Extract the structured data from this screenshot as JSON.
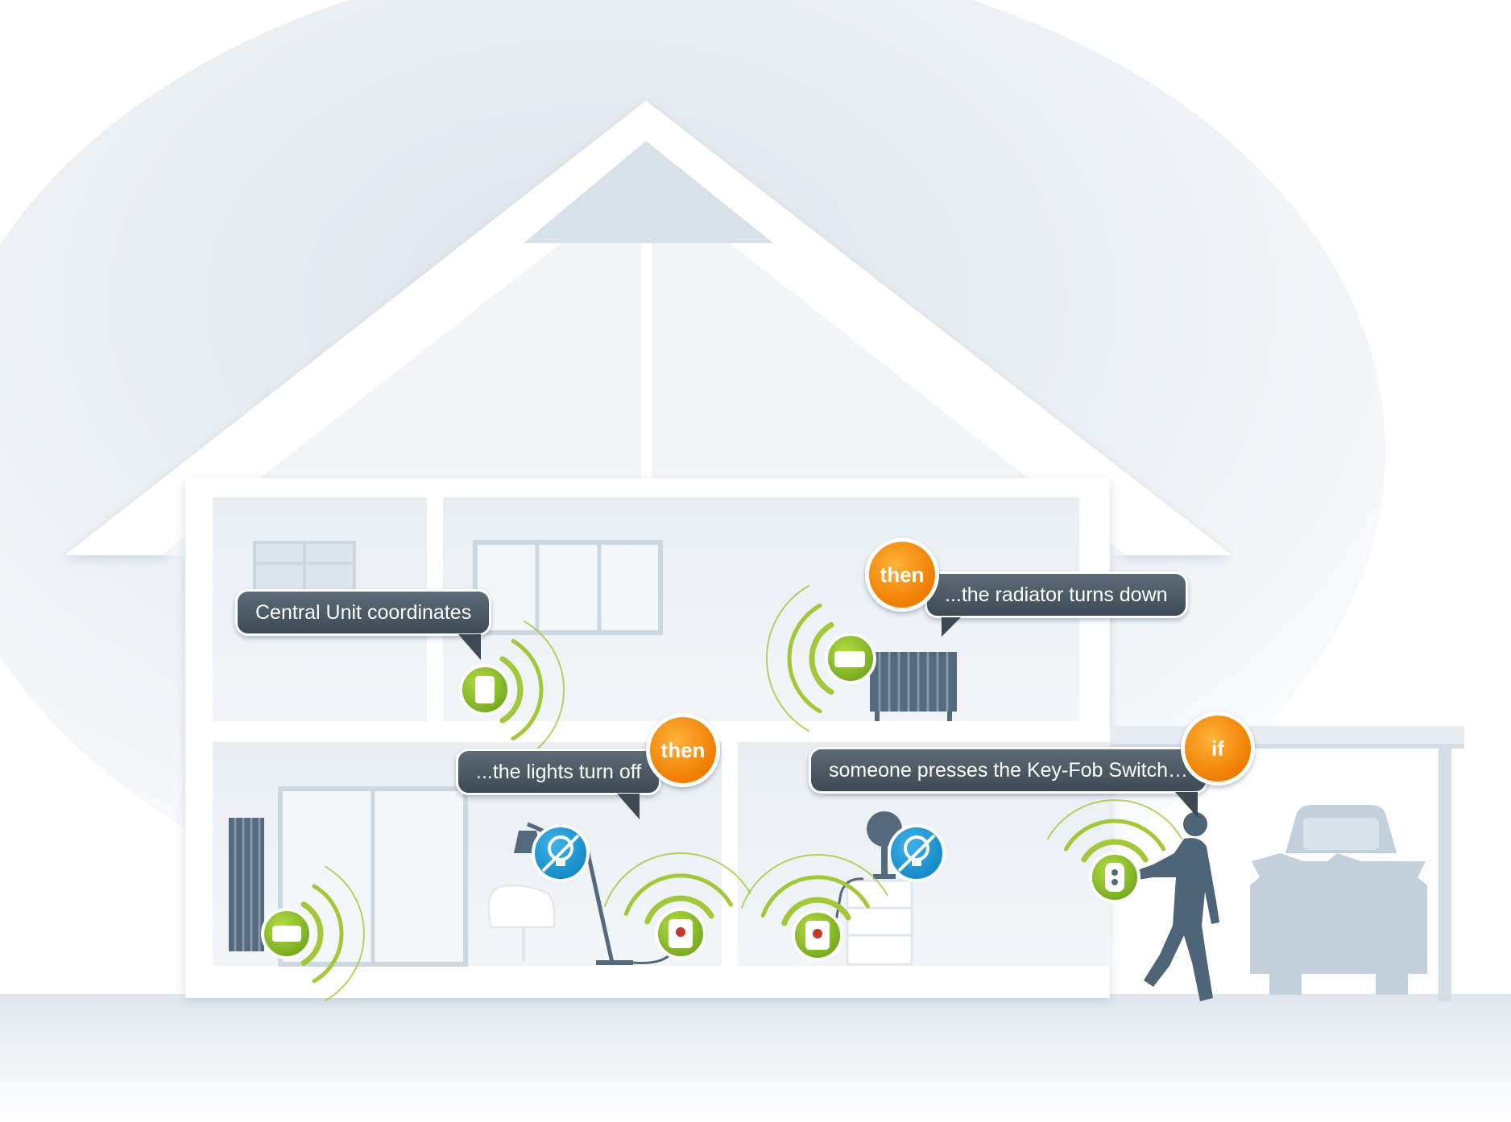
{
  "callouts": {
    "central_unit": "Central Unit coordinates",
    "radiator": "...the radiator turns down",
    "lights": "...the lights turn off",
    "keyfob": "someone presses the Key-Fob Switch…"
  },
  "badges": {
    "radiator_then": "then",
    "lights_then": "then",
    "keyfob_if": "if"
  },
  "colors": {
    "device_green": "#8dc21f",
    "wave_green": "#a2c83a",
    "badge_orange": "#ef7d00",
    "callout_dark": "#3d4a55",
    "light_off_blue": "#1a9ad6",
    "wall_white": "#ffffff",
    "room_fill": "#eef2f6",
    "silhouette": "#4e6478",
    "car": "#c2d0dc"
  },
  "icons": [
    "central-unit-icon",
    "radiator-thermostat-icon",
    "plug-adapter-icon",
    "light-off-icon",
    "key-fob-icon",
    "wireless-signal-icon"
  ]
}
